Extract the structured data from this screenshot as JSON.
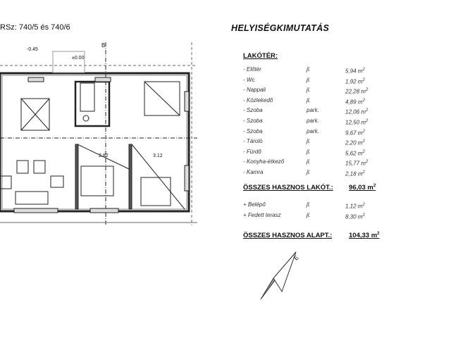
{
  "header": {
    "parcel": "RSz: 740/5   és 740/6",
    "title": "HELYISÉGKIMUTATÁS"
  },
  "table": {
    "section": "LAKÓTÉR:",
    "rows": [
      {
        "name": "- Előtér",
        "floor": "jl.",
        "area": "5,94 m"
      },
      {
        "name": "- Wc",
        "floor": "jl.",
        "area": "1,92 m"
      },
      {
        "name": "- Nappali",
        "floor": "jl.",
        "area": "22,28 m"
      },
      {
        "name": "- Közlekedő",
        "floor": "jl.",
        "area": "4,89 m"
      },
      {
        "name": "- Szoba",
        "floor": "park.",
        "area": "12,06 m"
      },
      {
        "name": "- Szoba",
        "floor": "park.",
        "area": "12,50 m"
      },
      {
        "name": "- Szoba",
        "floor": "park.",
        "area": "9,67 m"
      },
      {
        "name": "- Tároló",
        "floor": "jl.",
        "area": "2,20 m"
      },
      {
        "name": "- Fürdő",
        "floor": "jl.",
        "area": "5,62 m"
      },
      {
        "name": "- Konyha-étkező",
        "floor": "jl.",
        "area": "15,77 m"
      },
      {
        "name": "- Kamra",
        "floor": "jl.",
        "area": "2,18 m"
      }
    ],
    "total_living_label": "ÖSSZES HASZNOS LAKÓT.:",
    "total_living": "96,03 m",
    "extra": [
      {
        "name": "+ Belépő",
        "floor": "jl.",
        "area": "1,12 m"
      },
      {
        "name": "+ Fedett terasz",
        "floor": "jl.",
        "area": "8,30 m"
      }
    ],
    "total_floor_label": "ÖSSZES HASZNOS ALAPT.:",
    "total_floor": "104,33 m",
    "unit_exp": "2"
  },
  "plan": {
    "level_entry": "-0.45",
    "level_zero": "±0.00",
    "section_mark": "B",
    "dim_a": "2.82",
    "dim_b": "3.12",
    "north": "É"
  }
}
